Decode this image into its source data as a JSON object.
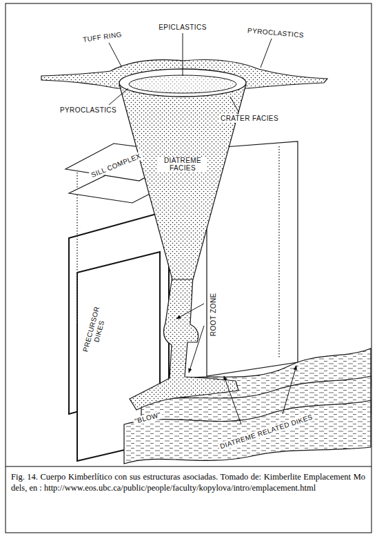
{
  "diagram": {
    "caption": "Fig. 14. Cuerpo Kimberlítico con sus estructuras asociadas. Tomado de: Kimberlite Emplacement Models, en : http://www.eos.ubc.ca/public/people/faculty/kopylova/intro/emplacement.html",
    "labels": [
      "TUFF RING",
      "EPICLASTICS",
      "PYROCLASTICS",
      "PYROCLASTICS",
      "CRATER FACIES",
      "DIATREME FACIES",
      "SILL COMPLEX",
      "PRECURSOR DIKES",
      "ROOT ZONE",
      "\"BLOW\"",
      "DIATREME RELATED DIKES"
    ]
  }
}
